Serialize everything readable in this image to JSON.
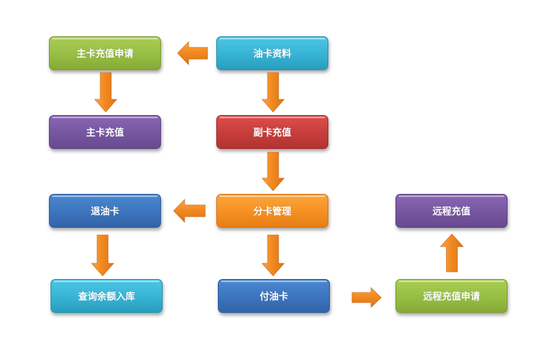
{
  "diagram": {
    "type": "flowchart",
    "nodes": {
      "main_card_recharge_request": {
        "label": "主卡充值申请",
        "color": "#97bd44"
      },
      "oil_card_info": {
        "label": "油卡资料",
        "color": "#36b3d4"
      },
      "main_card_recharge": {
        "label": "主卡充值",
        "color": "#7656a0"
      },
      "sub_card_recharge": {
        "label": "副卡充值",
        "color": "#c73d3b"
      },
      "return_oil_card": {
        "label": "退油卡",
        "color": "#3c74bd"
      },
      "sub_card_management": {
        "label": "分卡管理",
        "color": "#f58f22"
      },
      "remote_recharge": {
        "label": "远程充值",
        "color": "#7656a0"
      },
      "query_balance_storage": {
        "label": "查询余额入库",
        "color": "#36b3d4"
      },
      "pay_oil_card": {
        "label": "付油卡",
        "color": "#3c74bd"
      },
      "remote_recharge_request": {
        "label": "远程充值申请",
        "color": "#97bd44"
      }
    },
    "edges": [
      {
        "from": "oil_card_info",
        "to": "main_card_recharge_request",
        "direction": "left"
      },
      {
        "from": "main_card_recharge_request",
        "to": "main_card_recharge",
        "direction": "down"
      },
      {
        "from": "oil_card_info",
        "to": "sub_card_recharge",
        "direction": "down"
      },
      {
        "from": "sub_card_recharge",
        "to": "sub_card_management",
        "direction": "down"
      },
      {
        "from": "sub_card_management",
        "to": "return_oil_card",
        "direction": "left"
      },
      {
        "from": "return_oil_card",
        "to": "query_balance_storage",
        "direction": "down"
      },
      {
        "from": "sub_card_management",
        "to": "pay_oil_card",
        "direction": "down"
      },
      {
        "from": "pay_oil_card",
        "to": "remote_recharge_request",
        "direction": "right"
      },
      {
        "from": "remote_recharge_request",
        "to": "remote_recharge",
        "direction": "up"
      }
    ],
    "arrow_color": "#f28a1e"
  }
}
